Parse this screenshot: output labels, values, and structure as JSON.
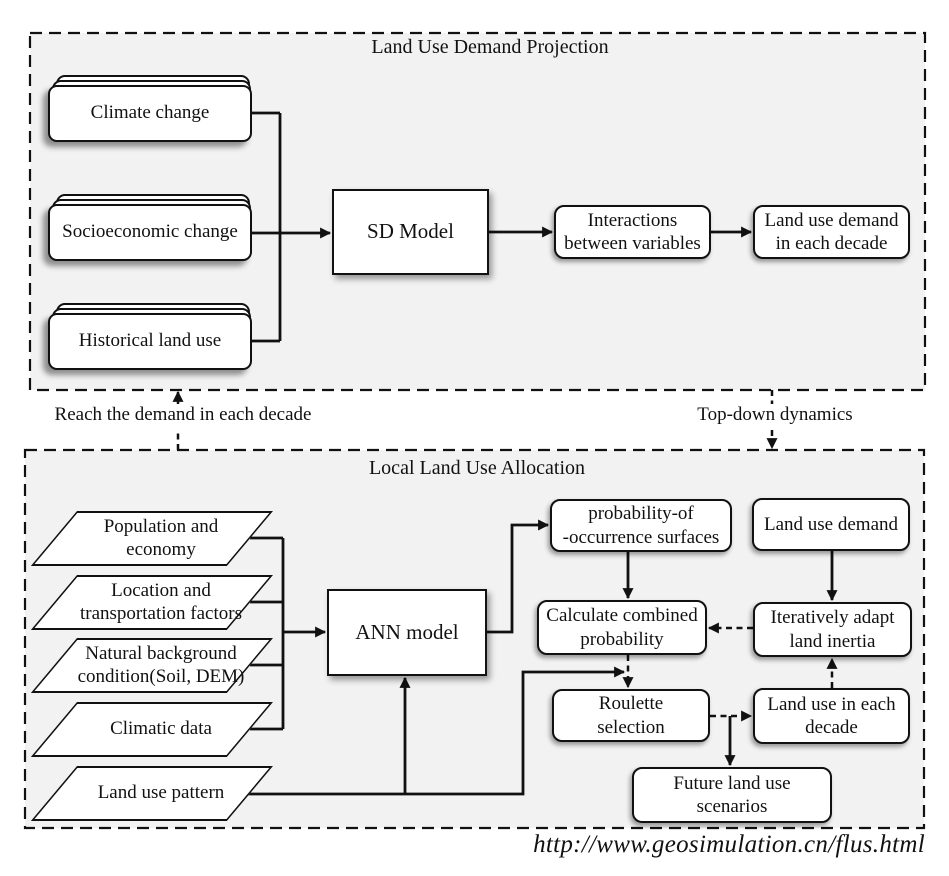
{
  "colors": {
    "panel_bg": "#f2f2f2",
    "node_bg": "#ffffff",
    "line": "#111111",
    "page_bg": "#ffffff"
  },
  "sections": {
    "top_title": "Land Use Demand Projection",
    "bottom_title": "Local Land Use Allocation"
  },
  "top_nodes": {
    "climate": "Climate change",
    "socioeconomic": "Socioeconomic change",
    "historical": "Historical land use",
    "sd_model": "SD Model",
    "interactions": "Interactions\nbetween variables",
    "demand_each_decade": "Land use demand\nin each decade"
  },
  "link_labels": {
    "reach_demand": "Reach the demand in each decade",
    "top_down": "Top-down dynamics"
  },
  "bottom_nodes": {
    "population": "Population and\neconomy",
    "location": "Location and\ntransportation factors",
    "natural": "Natural background\ncondition(Soil, DEM)",
    "climatic": "Climatic data",
    "land_use_pattern": "Land use pattern",
    "ann_model": "ANN model",
    "prob_surfaces": "probability-of\n-occurrence surfaces",
    "land_use_demand": "Land use demand",
    "calc_prob": "Calculate combined\nprobability",
    "iterate_inertia": "Iteratively adapt\nland inertia",
    "roulette": "Roulette\nselection",
    "land_use_each_decade": "Land use in each\ndecade",
    "future_scenarios": "Future land use\nscenarios"
  },
  "footer": {
    "url": "http://www.geosimulation.cn/flus.html"
  }
}
